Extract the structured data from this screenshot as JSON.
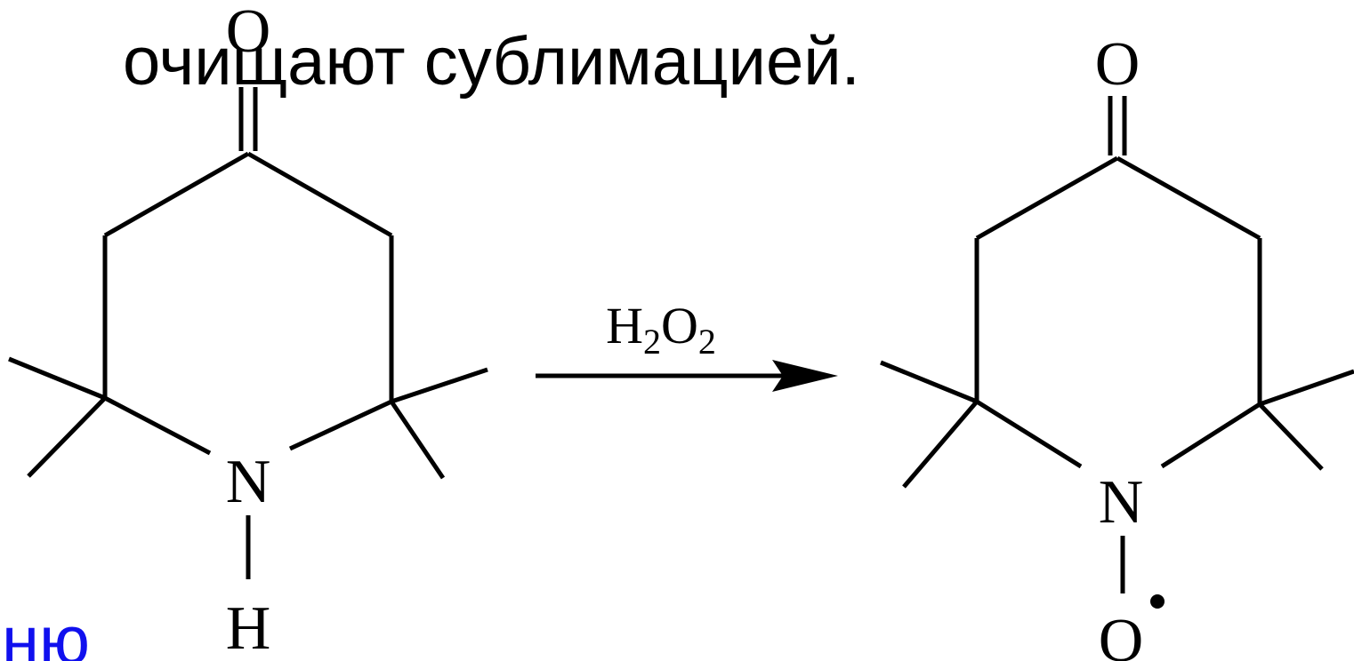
{
  "slide": {
    "line_top": "очищают сублимацией.",
    "line_bottom": "ню"
  },
  "reaction": {
    "reactant": {
      "atoms": {
        "oxygen": "O",
        "nitrogen": "N",
        "hydrogen": "H"
      }
    },
    "reagent": {
      "symbol_1": "H",
      "index_1": "2",
      "symbol_2": "O",
      "index_2": "2"
    },
    "product": {
      "atoms": {
        "oxygen": "O",
        "nitrogen": "N",
        "nitroxyl_oxygen": "O"
      },
      "radical_mark": "•"
    }
  },
  "colors": {
    "text": "#000000",
    "accent_text": "#1010ee",
    "background": "#ffffff"
  }
}
